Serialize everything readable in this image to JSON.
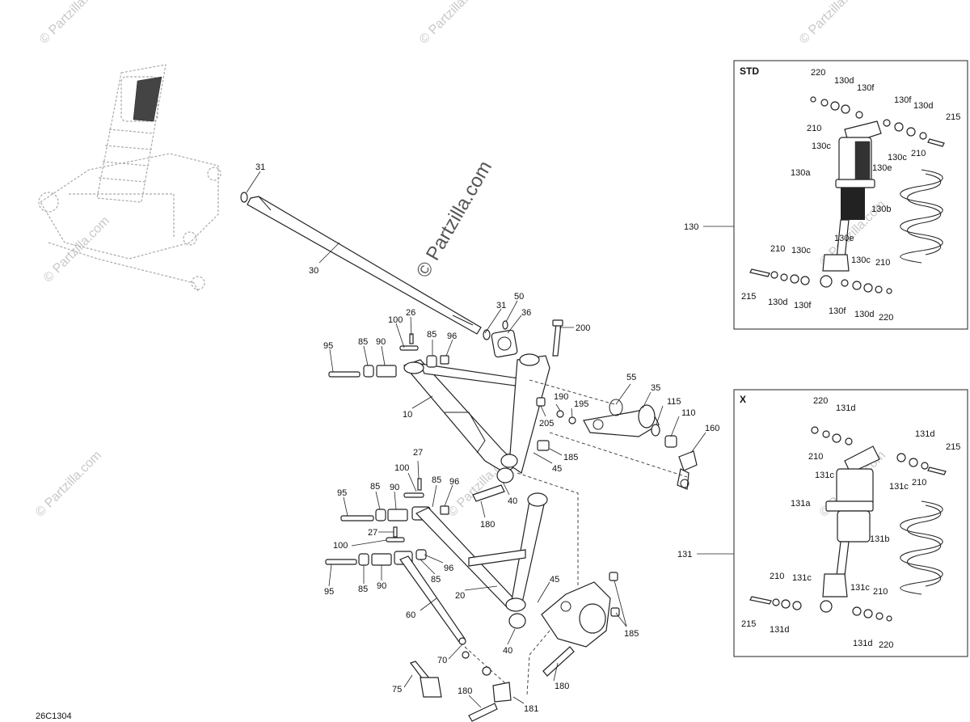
{
  "diagram_code": "26C1304",
  "watermark": "© Partzilla.com",
  "box_std": {
    "title": "STD",
    "ref": "130"
  },
  "box_x": {
    "title": "X",
    "ref": "131"
  },
  "callouts": [
    {
      "id": "c31a",
      "text": "31"
    },
    {
      "id": "c30",
      "text": "30"
    },
    {
      "id": "c50",
      "text": "50"
    },
    {
      "id": "c31b",
      "text": "31"
    },
    {
      "id": "c36",
      "text": "36"
    },
    {
      "id": "c200",
      "text": "200"
    },
    {
      "id": "c26",
      "text": "26"
    },
    {
      "id": "c100a",
      "text": "100"
    },
    {
      "id": "c85a",
      "text": "85"
    },
    {
      "id": "c96a",
      "text": "96"
    },
    {
      "id": "c95a",
      "text": "95"
    },
    {
      "id": "c85b",
      "text": "85"
    },
    {
      "id": "c90a",
      "text": "90"
    },
    {
      "id": "c10",
      "text": "10"
    },
    {
      "id": "c55",
      "text": "55"
    },
    {
      "id": "c35",
      "text": "35"
    },
    {
      "id": "c190",
      "text": "190"
    },
    {
      "id": "c195",
      "text": "195"
    },
    {
      "id": "c205",
      "text": "205"
    },
    {
      "id": "c115",
      "text": "115"
    },
    {
      "id": "c110",
      "text": "110"
    },
    {
      "id": "c160",
      "text": "160"
    },
    {
      "id": "c185a",
      "text": "185"
    },
    {
      "id": "c45a",
      "text": "45"
    },
    {
      "id": "c27a",
      "text": "27"
    },
    {
      "id": "c100b",
      "text": "100"
    },
    {
      "id": "c95b",
      "text": "95"
    },
    {
      "id": "c85c",
      "text": "85"
    },
    {
      "id": "c90b",
      "text": "90"
    },
    {
      "id": "c85d",
      "text": "85"
    },
    {
      "id": "c96b",
      "text": "96"
    },
    {
      "id": "c40a",
      "text": "40"
    },
    {
      "id": "c180a",
      "text": "180"
    },
    {
      "id": "c27b",
      "text": "27"
    },
    {
      "id": "c100c",
      "text": "100"
    },
    {
      "id": "c95c",
      "text": "95"
    },
    {
      "id": "c85e",
      "text": "85"
    },
    {
      "id": "c90c",
      "text": "90"
    },
    {
      "id": "c85f",
      "text": "85"
    },
    {
      "id": "c96c",
      "text": "96"
    },
    {
      "id": "c20",
      "text": "20"
    },
    {
      "id": "c45b",
      "text": "45"
    },
    {
      "id": "c60",
      "text": "60"
    },
    {
      "id": "c185b",
      "text": "185"
    },
    {
      "id": "c40b",
      "text": "40"
    },
    {
      "id": "c70",
      "text": "70"
    },
    {
      "id": "c180b",
      "text": "180"
    },
    {
      "id": "c75",
      "text": "75"
    },
    {
      "id": "c180c",
      "text": "180"
    },
    {
      "id": "c181",
      "text": "181"
    },
    {
      "id": "s220a",
      "text": "220"
    },
    {
      "id": "s130da",
      "text": "130d"
    },
    {
      "id": "s130fa",
      "text": "130f"
    },
    {
      "id": "s130fb",
      "text": "130f"
    },
    {
      "id": "s130db",
      "text": "130d"
    },
    {
      "id": "s215a",
      "text": "215"
    },
    {
      "id": "s210a",
      "text": "210"
    },
    {
      "id": "s130ca",
      "text": "130c"
    },
    {
      "id": "s130cb",
      "text": "130c"
    },
    {
      "id": "s210b",
      "text": "210"
    },
    {
      "id": "s130ea",
      "text": "130e"
    },
    {
      "id": "s130a",
      "text": "130a"
    },
    {
      "id": "s130b",
      "text": "130b"
    },
    {
      "id": "s130eb",
      "text": "130e"
    },
    {
      "id": "s210c",
      "text": "210"
    },
    {
      "id": "s130cc",
      "text": "130c"
    },
    {
      "id": "s130cd",
      "text": "130c"
    },
    {
      "id": "s210d",
      "text": "210"
    },
    {
      "id": "s215b",
      "text": "215"
    },
    {
      "id": "s130dc",
      "text": "130d"
    },
    {
      "id": "s130fc",
      "text": "130f"
    },
    {
      "id": "s130fd",
      "text": "130f"
    },
    {
      "id": "s130dd",
      "text": "130d"
    },
    {
      "id": "s220b",
      "text": "220"
    },
    {
      "id": "x220a",
      "text": "220"
    },
    {
      "id": "x131da",
      "text": "131d"
    },
    {
      "id": "x210a",
      "text": "210"
    },
    {
      "id": "x131ca",
      "text": "131c"
    },
    {
      "id": "x131db",
      "text": "131d"
    },
    {
      "id": "x215a",
      "text": "215"
    },
    {
      "id": "x131cb",
      "text": "131c"
    },
    {
      "id": "x210b",
      "text": "210"
    },
    {
      "id": "x131a",
      "text": "131a"
    },
    {
      "id": "x131b",
      "text": "131b"
    },
    {
      "id": "x210c",
      "text": "210"
    },
    {
      "id": "x131cc",
      "text": "131c"
    },
    {
      "id": "x131cd",
      "text": "131c"
    },
    {
      "id": "x210d",
      "text": "210"
    },
    {
      "id": "x215b",
      "text": "215"
    },
    {
      "id": "x131dc",
      "text": "131d"
    },
    {
      "id": "x131dd",
      "text": "131d"
    },
    {
      "id": "x220b",
      "text": "220"
    }
  ]
}
